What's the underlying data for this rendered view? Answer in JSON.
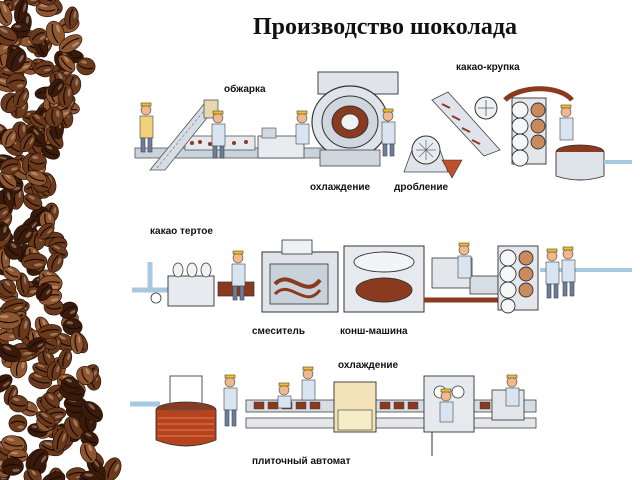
{
  "title": "Производство шоколада",
  "labels": {
    "roasting": "обжарка",
    "cocoa_nibs": "какао-крупка",
    "cooling_1": "охлаждение",
    "crushing": "дробление",
    "cocoa_mass": "какао тертое",
    "mixer": "смеситель",
    "conche": "конш-машина",
    "cooling_2": "охлаждение",
    "bar_machine": "плиточный автомат"
  },
  "colors": {
    "bean_dark": "#3a1a0a",
    "bean_mid": "#6b3a1c",
    "bean_light": "#8e5630",
    "chocolate": "#8a3a1e",
    "pipe": "#a8c8e0",
    "machine": "#dde3ea",
    "worker_coat": "#d8e4f0",
    "worker_skin": "#f0b88c",
    "hat": "#f4c020"
  }
}
